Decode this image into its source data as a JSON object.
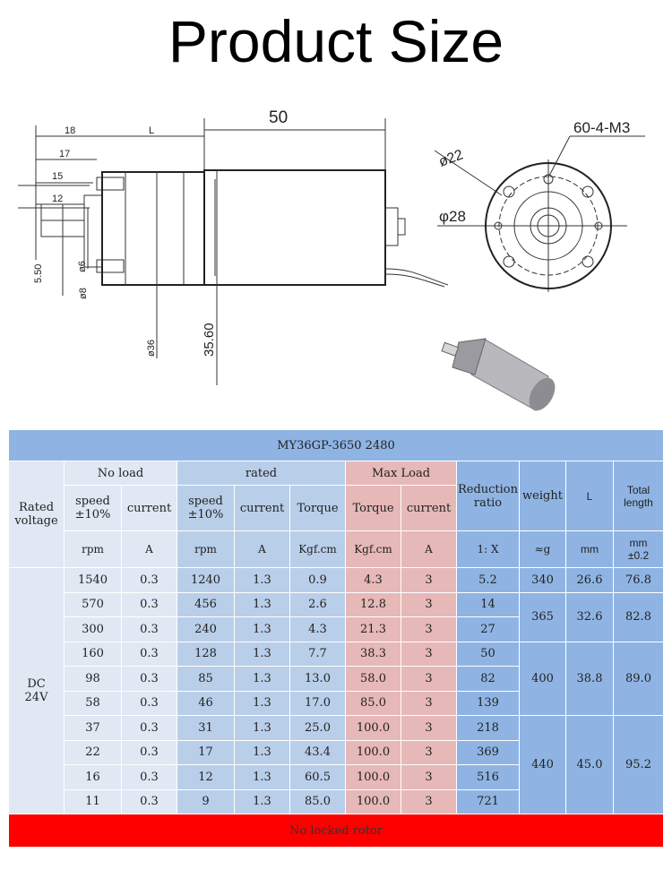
{
  "page_title": "Product Size",
  "drawing": {
    "dim_50": "50",
    "dim_L": "L",
    "dim_18": "18",
    "dim_17": "17",
    "dim_15": "15",
    "dim_12": "12",
    "dim_5_50": "5.50",
    "dim_phi6": "ø6",
    "dim_phi8": "ø8",
    "dim_phi36": "ø36",
    "dim_35_60": "35.60",
    "dim_60_4_M3": "60-4-M3",
    "dim_phi22": "ø22",
    "dim_phi28": "φ28"
  },
  "table": {
    "model": "MY36GP-3650  2480",
    "rated_voltage_label": "Rated voltage",
    "rated_voltage_line1": "Rated",
    "rated_voltage_line2": "voltage",
    "voltage_line1": "DC",
    "voltage_line2": "24V",
    "groups": {
      "no_load": "No load",
      "rated": "rated",
      "max_load": "Max Load"
    },
    "headers": {
      "speed_line1": "speed",
      "speed_line2": "±10%",
      "current": "current",
      "torque_rated": "Torque",
      "torque_max": "Torque",
      "current_max": "current",
      "reduction_line1": "Reduction",
      "reduction_line2": "ratio",
      "weight": "weight",
      "L": "L",
      "total_line1": "Total",
      "total_line2": "length"
    },
    "units": {
      "rpm1": "rpm",
      "A1": "A",
      "rpm2": "rpm",
      "A2": "A",
      "kgf1": "Kgf.cm",
      "kgf2": "Kgf.cm",
      "A3": "A",
      "ratio": "1: X",
      "g": "≈g",
      "mm": "mm",
      "mm_tol_line1": "mm",
      "mm_tol_line2": "±0.2"
    },
    "rows": [
      {
        "nl_speed": "1540",
        "nl_current": "0.3",
        "r_speed": "1240",
        "r_current": "1.3",
        "r_torque": "0.9",
        "m_torque": "4.3",
        "m_current": "3",
        "ratio": "5.2"
      },
      {
        "nl_speed": "570",
        "nl_current": "0.3",
        "r_speed": "456",
        "r_current": "1.3",
        "r_torque": "2.6",
        "m_torque": "12.8",
        "m_current": "3",
        "ratio": "14"
      },
      {
        "nl_speed": "300",
        "nl_current": "0.3",
        "r_speed": "240",
        "r_current": "1.3",
        "r_torque": "4.3",
        "m_torque": "21.3",
        "m_current": "3",
        "ratio": "27"
      },
      {
        "nl_speed": "160",
        "nl_current": "0.3",
        "r_speed": "128",
        "r_current": "1.3",
        "r_torque": "7.7",
        "m_torque": "38.3",
        "m_current": "3",
        "ratio": "50"
      },
      {
        "nl_speed": "98",
        "nl_current": "0.3",
        "r_speed": "85",
        "r_current": "1.3",
        "r_torque": "13.0",
        "m_torque": "58.0",
        "m_current": "3",
        "ratio": "82"
      },
      {
        "nl_speed": "58",
        "nl_current": "0.3",
        "r_speed": "46",
        "r_current": "1.3",
        "r_torque": "17.0",
        "m_torque": "85.0",
        "m_current": "3",
        "ratio": "139"
      },
      {
        "nl_speed": "37",
        "nl_current": "0.3",
        "r_speed": "31",
        "r_current": "1.3",
        "r_torque": "25.0",
        "m_torque": "100.0",
        "m_current": "3",
        "ratio": "218"
      },
      {
        "nl_speed": "22",
        "nl_current": "0.3",
        "r_speed": "17",
        "r_current": "1.3",
        "r_torque": "43.4",
        "m_torque": "100.0",
        "m_current": "3",
        "ratio": "369"
      },
      {
        "nl_speed": "16",
        "nl_current": "0.3",
        "r_speed": "12",
        "r_current": "1.3",
        "r_torque": "60.5",
        "m_torque": "100.0",
        "m_current": "3",
        "ratio": "516"
      },
      {
        "nl_speed": "11",
        "nl_current": "0.3",
        "r_speed": "9",
        "r_current": "1.3",
        "r_torque": "85.0",
        "m_torque": "100.0",
        "m_current": "3",
        "ratio": "721"
      }
    ],
    "groups_dims": [
      {
        "weight": "340",
        "L": "26.6",
        "total": "76.8"
      },
      {
        "weight": "365",
        "L": "32.6",
        "total": "82.8"
      },
      {
        "weight": "400",
        "L": "38.8",
        "total": "89.0"
      },
      {
        "weight": "440",
        "L": "45.0",
        "total": "95.2"
      }
    ],
    "footer": "No locked rotor"
  }
}
